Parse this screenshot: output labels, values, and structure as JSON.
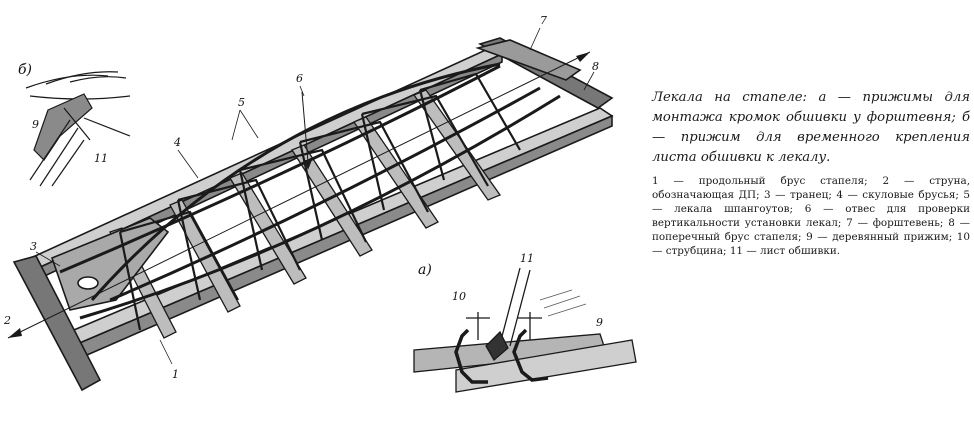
{
  "figure": {
    "inset_b_label": "б)",
    "inset_a_label": "а)",
    "callouts": {
      "n1": "1",
      "n2": "2",
      "n3": "3",
      "n4": "4",
      "n5": "5",
      "n6": "6",
      "n7": "7",
      "n8": "8",
      "n9_top": "9",
      "n9_bottom": "9",
      "n10": "10",
      "n11_top": "11",
      "n11_bottom": "11"
    }
  },
  "caption": {
    "title": "Лекала на стапеле: а — прижимы для монтажа кромок обшивки у форштевня; б — прижим для временного крепления листа обшивки к лекалу.",
    "legend": "1 — продольный брус стапеля; 2 — струна, обозначающая ДП; 3 — транец; 4 — скуловые брусья; 5 — лекала шпангоутов; 6 — отвес для проверки вертикальности установки лекал; 7 — форштевень; 8 — поперечный брус стапеля; 9 — деревянный прижим; 10 — струбцина; 11 — лист обшивки."
  }
}
